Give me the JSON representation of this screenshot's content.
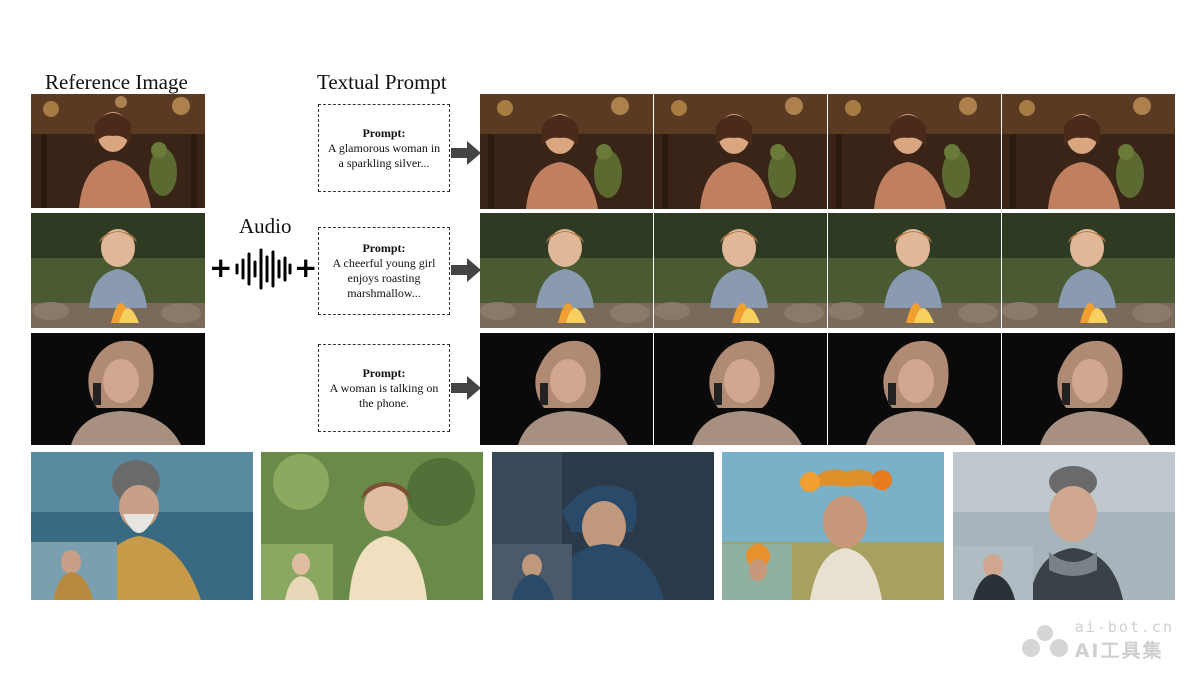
{
  "headings": {
    "reference_image": "Reference Image",
    "textual_prompt": "Textual Prompt",
    "audio": "Audio"
  },
  "prompts": [
    {
      "title": "Prompt:",
      "text": "A glamorous woman in a sparkling silver..."
    },
    {
      "title": "Prompt:",
      "text": "A cheerful young girl enjoys roasting marshmallow..."
    },
    {
      "title": "Prompt:",
      "text": "A woman is talking on the phone."
    }
  ],
  "plus_symbol": "+",
  "watermark": {
    "top": "ai-bot.cn",
    "bottom": "AI工具集"
  },
  "colors": {
    "dashed_border": "#333333",
    "arrow": "#444444",
    "row1_scene": "#3a2418",
    "row2_scene": "#4a5a32",
    "row3_scene": "#0a0a0a"
  }
}
